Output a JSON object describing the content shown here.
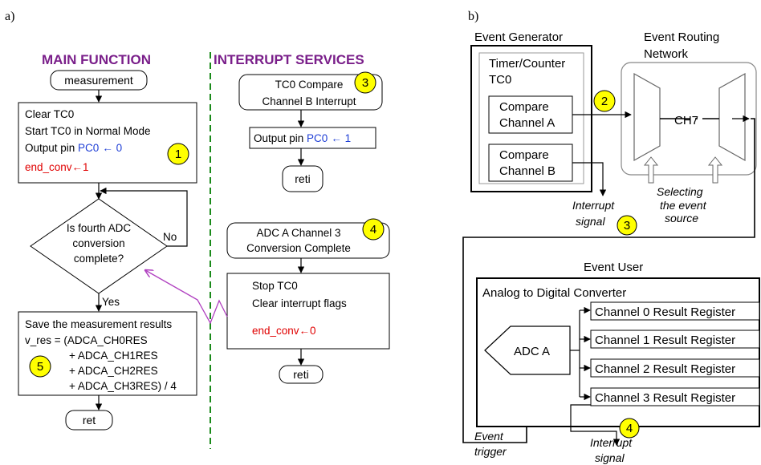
{
  "panel_a": {
    "label": "a)",
    "main_heading": "MAIN FUNCTION",
    "isr_heading": "INTERRUPT SERVICES",
    "measurement": "measurement",
    "init": {
      "l1": "Clear TC0",
      "l2": "Start TC0 in Normal Mode",
      "l3a": "Output pin ",
      "l3b": "PC0",
      "l3c": "← 0",
      "l4": "end_conv←1"
    },
    "decision": {
      "l1": "Is fourth ADC",
      "l2": "conversion",
      "l3": "complete?",
      "no": "No",
      "yes": "Yes"
    },
    "save": {
      "l1": "Save the measurement results",
      "l2": "v_res  = (ADCA_CH0RES",
      "l3": "+ ADCA_CH1RES",
      "l4": "+ ADCA_CH2RES",
      "l5": "+ ADCA_CH3RES) / 4"
    },
    "ret": "ret",
    "isr1": {
      "title1": "TC0 Compare",
      "title2": "Channel B Interrupt",
      "l1a": "Output pin ",
      "l1b": "PC0",
      "l1c": "← 1",
      "reti": "reti"
    },
    "isr2": {
      "title1": "ADC A Channel 3",
      "title2": "Conversion Complete",
      "l1": "Stop TC0",
      "l2": "Clear interrupt flags",
      "l3": "end_conv←0",
      "reti": "reti"
    },
    "badges": [
      "1",
      "3",
      "4",
      "5"
    ]
  },
  "panel_b": {
    "label": "b)",
    "event_generator": "Event Generator",
    "routing_l1": "Event Routing",
    "routing_l2": "Network",
    "timer_l1": "Timer/Counter",
    "timer_l2": "TC0",
    "cmp_a_l1": "Compare",
    "cmp_a_l2": "Channel A",
    "cmp_b_l1": "Compare",
    "cmp_b_l2": "Channel B",
    "ch7": "CH7",
    "selecting_l1": "Selecting",
    "selecting_l2": "the event",
    "selecting_l3": "source",
    "interrupt_l1": "Interrupt",
    "interrupt_l2": "signal",
    "event_user": "Event User",
    "adc_title": "Analog to Digital Converter",
    "adc_a": "ADC A",
    "registers": [
      "Channel 0 Result Register",
      "Channel 1 Result Register",
      "Channel 2 Result Register",
      "Channel 3 Result Register"
    ],
    "event_trigger_l1": "Event",
    "event_trigger_l2": "trigger",
    "interrupt2_l1": "Interrupt",
    "interrupt2_l2": "signal",
    "badges": [
      "2",
      "3",
      "4"
    ]
  },
  "colors": {
    "heading": "#7a1f8a",
    "blue": "#1f3fd6",
    "red": "#e00000",
    "badge": "#ffff00",
    "divider": "#1a8a1a",
    "zigzag": "#b040c0"
  }
}
